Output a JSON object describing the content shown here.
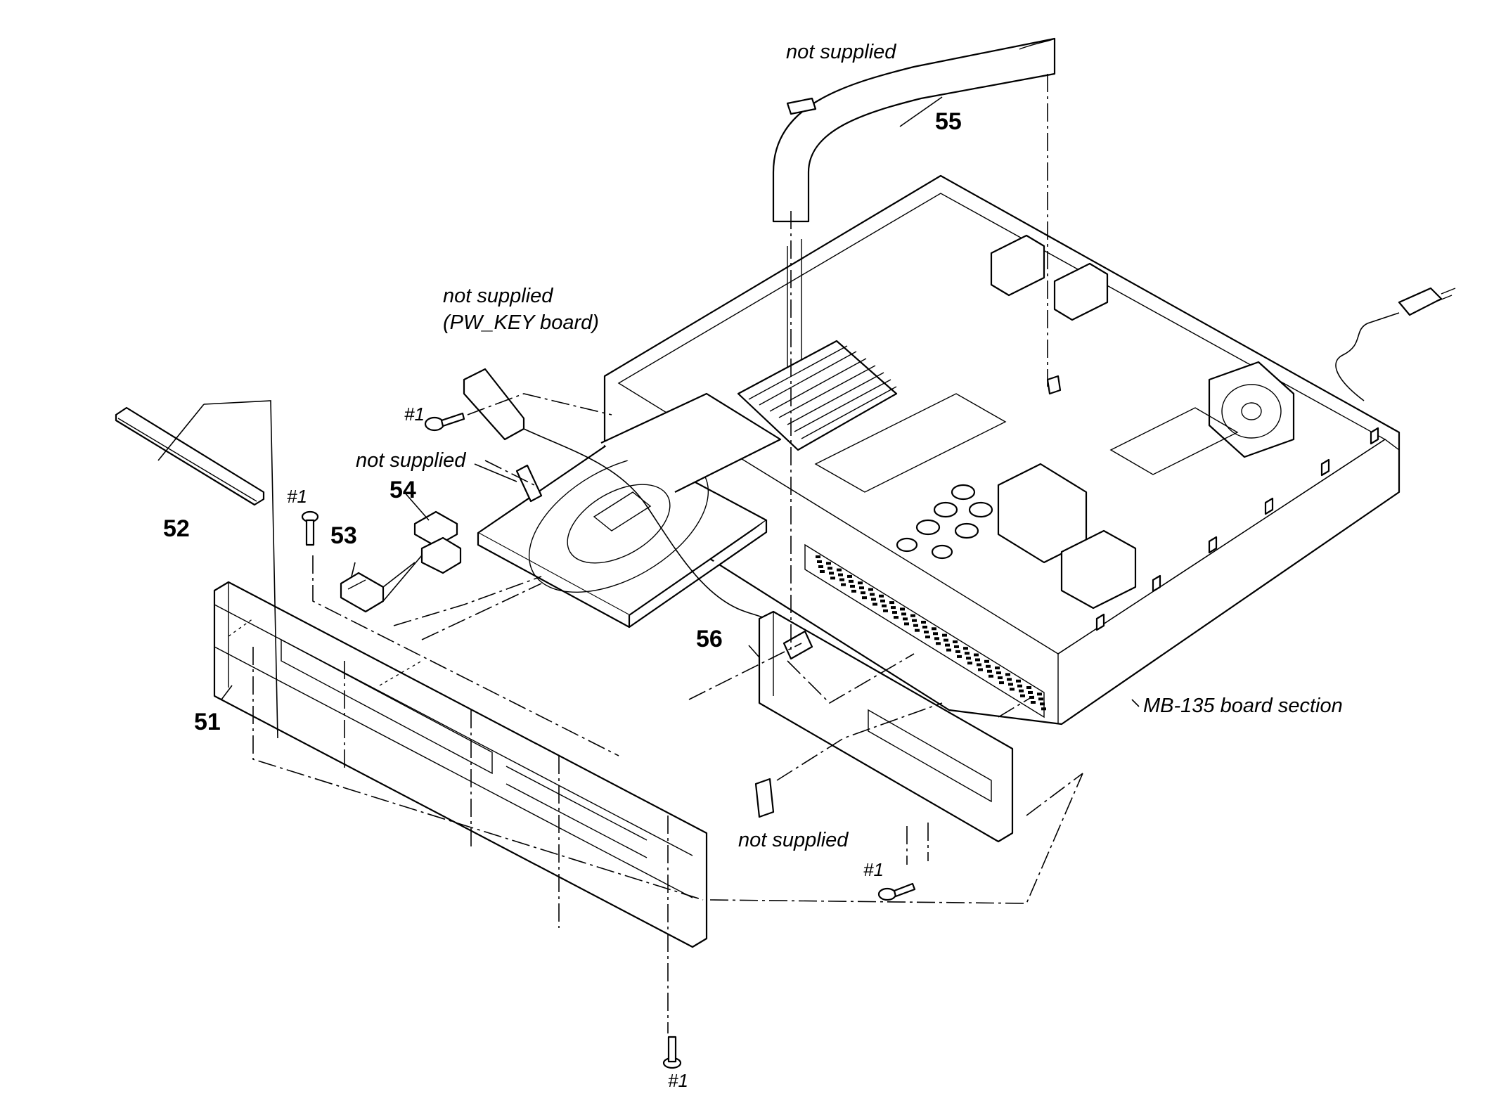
{
  "labels": {
    "part_51": "51",
    "part_52": "52",
    "part_53": "53",
    "part_54": "54",
    "part_55": "55",
    "part_56": "56",
    "not_supplied": "not supplied",
    "pw_key_board": "(PW_KEY board)",
    "mb_board_section": "MB-135 board section",
    "screw_ref": "#1"
  }
}
